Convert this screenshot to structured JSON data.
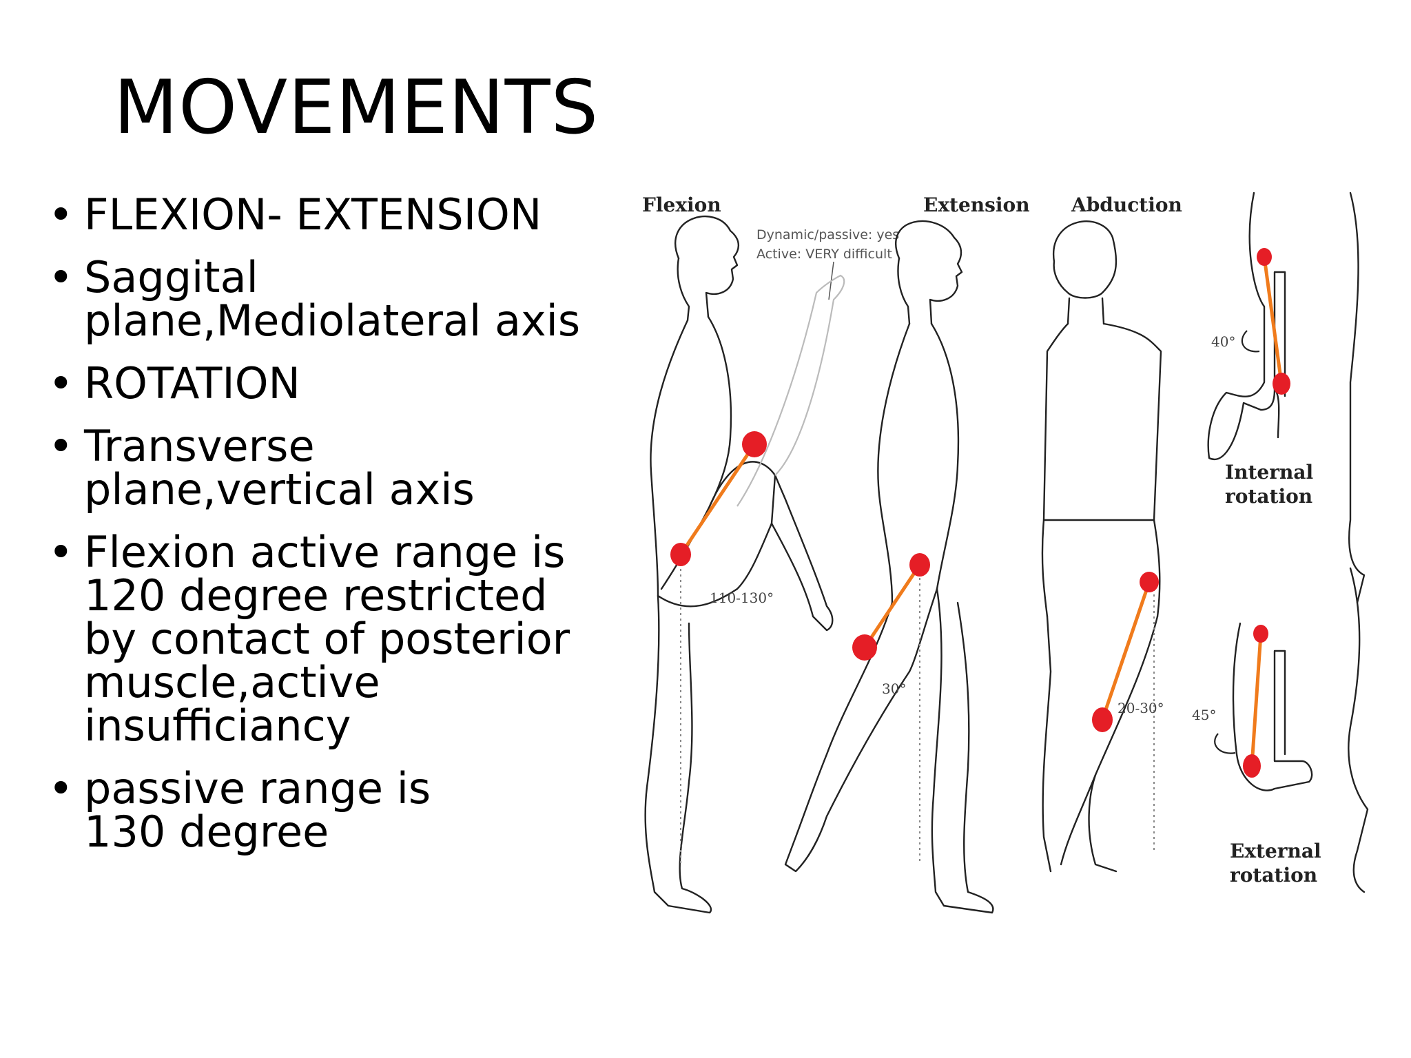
{
  "slide": {
    "title": "MOVEMENTS",
    "bullets": [
      "FLEXION- EXTENSION",
      "Saggital plane,Mediolateral axis",
      "ROTATION",
      "Transverse plane,vertical axis",
      "Flexion active range is 120 degree restricted by contact of posterior muscle,active insufficiancy",
      "passive range is 130 degree"
    ]
  },
  "figure": {
    "labels": {
      "flexion": "Flexion",
      "extension": "Extension",
      "abduction": "Abduction",
      "internal_rotation_1": "Internal",
      "internal_rotation_2": "rotation",
      "external_rotation_1": "External",
      "external_rotation_2": "rotation"
    },
    "note_1": "Dynamic/passive: yes",
    "note_2": "Active: VERY difficult",
    "angles": {
      "flexion": "110-130°",
      "extension": "30°",
      "abduction": "20-30°",
      "internal": "40°",
      "external": "45°"
    },
    "colors": {
      "joint": "#e51e26",
      "bone": "#f07b1c"
    }
  }
}
